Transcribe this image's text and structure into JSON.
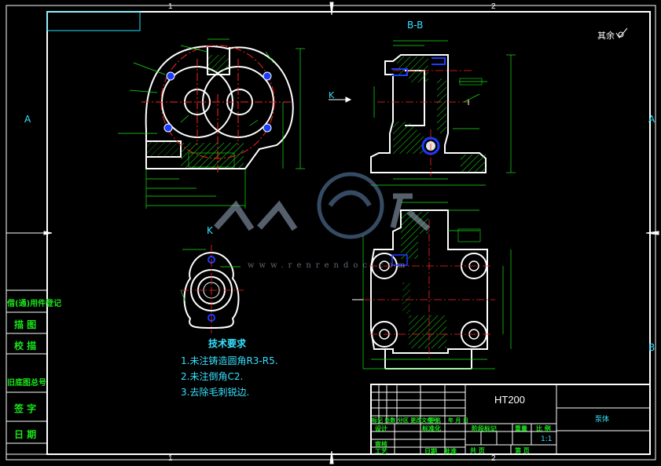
{
  "zones": {
    "top_1": "1",
    "top_2": "2",
    "bottom_1": "1",
    "bottom_2": "2",
    "left_A": "A",
    "right_A": "A",
    "right_B": "B"
  },
  "section_label": "B-B",
  "view_k_arrow_label": "K",
  "view_k_title": "K",
  "roughness_symbol": "其余",
  "tech_req": {
    "title": "技术要求",
    "items": [
      "1.未注铸造圆角R3-R5.",
      "2.未注倒角C2.",
      "3.去除毛刺锐边."
    ]
  },
  "left_strip": [
    "借(通)用件登记",
    "描 图",
    "校 描",
    "旧底图总号",
    "签 字",
    "日 期"
  ],
  "title_block": {
    "material": "HT200",
    "name": "泵体",
    "scale_header": "比 例",
    "scale": "1:1",
    "row_labels": [
      "标记 处数 分区 更改文件号",
      "签 名",
      "年 月 日"
    ],
    "design": "设计",
    "standardize": "标准化",
    "review": "审核",
    "process": "工艺",
    "date": "日期",
    "approve": "批准",
    "stage_mark": "阶段标记",
    "weight": "重量",
    "sheets": "共 页",
    "sheet_no": "第 页"
  },
  "watermark": {
    "brand": "人人文库",
    "url": "www.renrendoc.com"
  },
  "colors": {
    "frame": "#ffffff",
    "outline": "#ffffff",
    "dimension": "#19e619",
    "center": "#ff2222",
    "hatch": "#19e619",
    "text": "#36e2ff"
  }
}
